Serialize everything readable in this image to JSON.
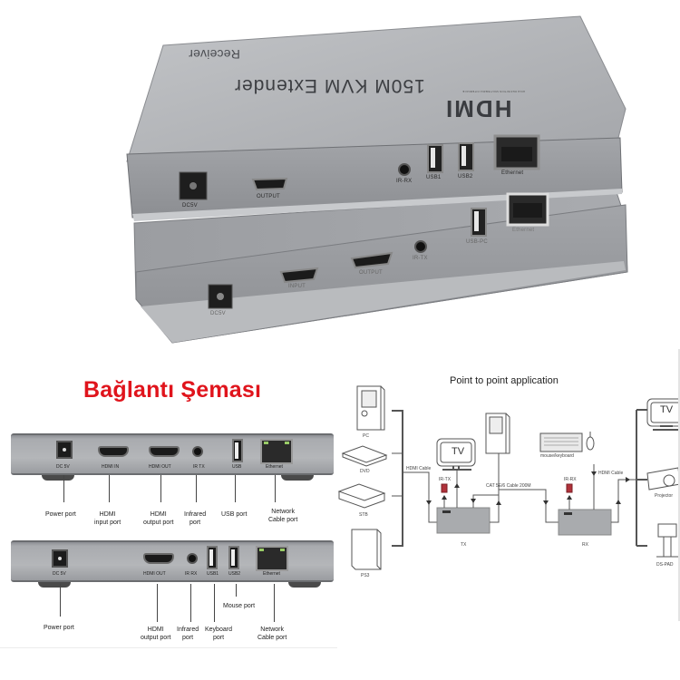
{
  "photo": {
    "receiver": {
      "label": "Receiver",
      "title": "150M KVM Extender",
      "logo": "HDMI",
      "logo_tagline": "HIGH DEFINITION MULTIMEDIA INTERFACE",
      "ports": [
        "DC5V",
        "OUTPUT",
        "IR-RX",
        "USB1",
        "USB2",
        "Ethernet"
      ]
    },
    "transmitter": {
      "ports": [
        "DC5V",
        "INPUT",
        "OUTPUT",
        "IR-TX",
        "USB-PC",
        "Ethernet"
      ]
    }
  },
  "heading": "Bağlantı Şeması",
  "panels": {
    "transmitter": {
      "port_labels": [
        "DC 5V",
        "HDMI IN",
        "HDMI OUT",
        "IR TX",
        "USB",
        "Ethernet"
      ],
      "callouts": [
        {
          "line1": "Power port",
          "line2": ""
        },
        {
          "line1": "HDMI",
          "line2": "input port"
        },
        {
          "line1": "HDMI",
          "line2": "output port"
        },
        {
          "line1": "Infrared",
          "line2": "port"
        },
        {
          "line1": "USB port",
          "line2": ""
        },
        {
          "line1": "Network",
          "line2": "Cable port"
        }
      ]
    },
    "receiver": {
      "port_labels": [
        "DC 5V",
        "HDMI OUT",
        "IR RX",
        "USB1",
        "USB2",
        "Ethernet"
      ],
      "callouts": [
        {
          "line1": "Power port",
          "line2": ""
        },
        {
          "line1": "HDMI",
          "line2": "output port"
        },
        {
          "line1": "Infrared",
          "line2": "port"
        },
        {
          "line1": "Keyboard",
          "line2": "port"
        },
        {
          "line1": "Mouse port",
          "line2": ""
        },
        {
          "line1": "Network",
          "line2": "Cable port"
        }
      ]
    }
  },
  "p2p": {
    "title": "Point to point application",
    "sources": [
      "PC",
      "DVD",
      "STB",
      "PS3"
    ],
    "tx_side": {
      "tv_label": "TV",
      "ir_label": "IR-TX",
      "box_label": "TX",
      "cable_label": "HDMI Cable"
    },
    "link_label": "CAT 5E/6 Cable 200M",
    "rx_side": {
      "ir_label": "IR-RX",
      "box_label": "RX",
      "kbd_label": "mouse/keyboard",
      "cable_label": "HDMI Cable"
    },
    "sinks": [
      "TV",
      "Projector",
      "DS-PAD"
    ],
    "tv_text": "TV"
  },
  "colors": {
    "heading": "#e0141c",
    "device_gray": "#a9abaf",
    "ir_red": "#b0323a"
  }
}
